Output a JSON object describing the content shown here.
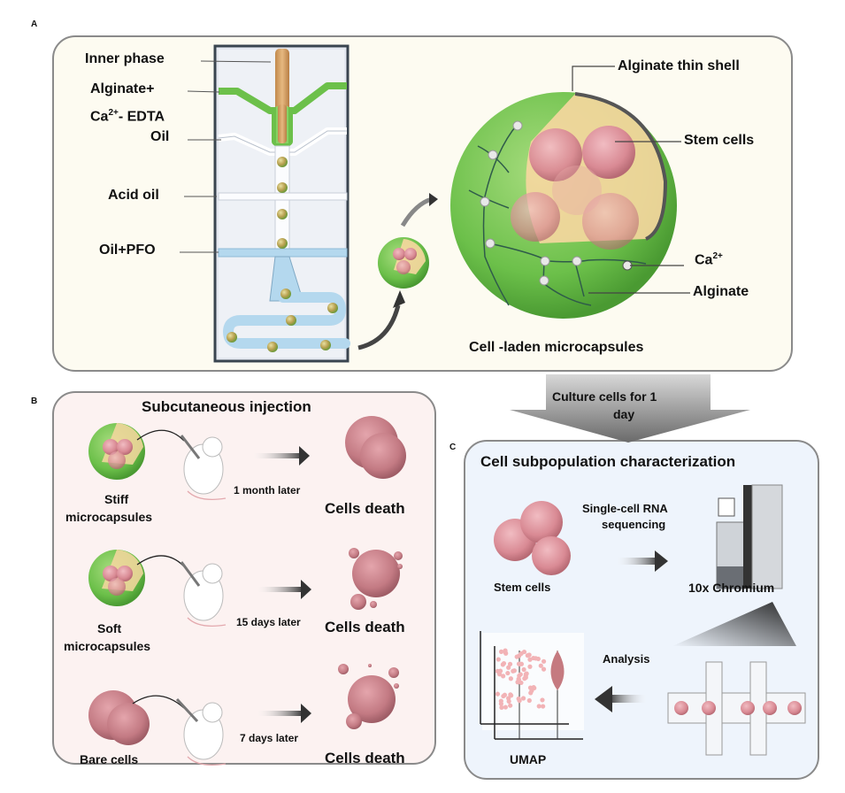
{
  "panels": {
    "a": {
      "letter": "A",
      "chip_labels": {
        "inner_phase": "Inner phase",
        "alginate": "Alginate+",
        "ca_edta_base": "Ca",
        "ca_edta_sup": "2+",
        "ca_edta_rest": "- EDTA",
        "oil": "Oil",
        "acid_oil": "Acid oil",
        "oil_pfo": "Oil+PFO"
      },
      "capsule_labels": {
        "thin_shell": "Alginate thin shell",
        "stem_cells": "Stem cells",
        "ca_base": "Ca",
        "ca_sup": "2+",
        "alginate": "Alginate"
      },
      "caption": "Cell -laden microcapsules"
    },
    "transition": {
      "label_line1": "Culture cells for 1",
      "label_line2": "day"
    },
    "b": {
      "letter": "B",
      "title": "Subcutaneous injection",
      "rows": [
        {
          "source_line1": "Stiff",
          "source_line2": "microcapsules",
          "time": "1 month later",
          "outcome": "Cells death"
        },
        {
          "source_line1": "Soft",
          "source_line2": "microcapsules",
          "time": "15 days later",
          "outcome": "Cells death"
        },
        {
          "source_line1": "Bare cells",
          "source_line2": "",
          "time": "7 days later",
          "outcome": "Cells death"
        }
      ]
    },
    "c": {
      "letter": "C",
      "title": "Cell subpopulation characterization",
      "stem_cells": "Stem cells",
      "sequencing_line1": "Single-cell RNA",
      "sequencing_line2": "sequencing",
      "instrument": "10x Chromium",
      "analysis": "Analysis",
      "umap": "UMAP"
    }
  },
  "colors": {
    "panel_a_bg": "#fdfbf1",
    "panel_b_bg": "#fcf2f1",
    "panel_c_bg": "#eef4fc",
    "alginate_green": "#6cc04a",
    "cell_pink": "#d98a94",
    "oil_blue": "#b4d8ee",
    "inner_phase": "#d9a86a"
  }
}
